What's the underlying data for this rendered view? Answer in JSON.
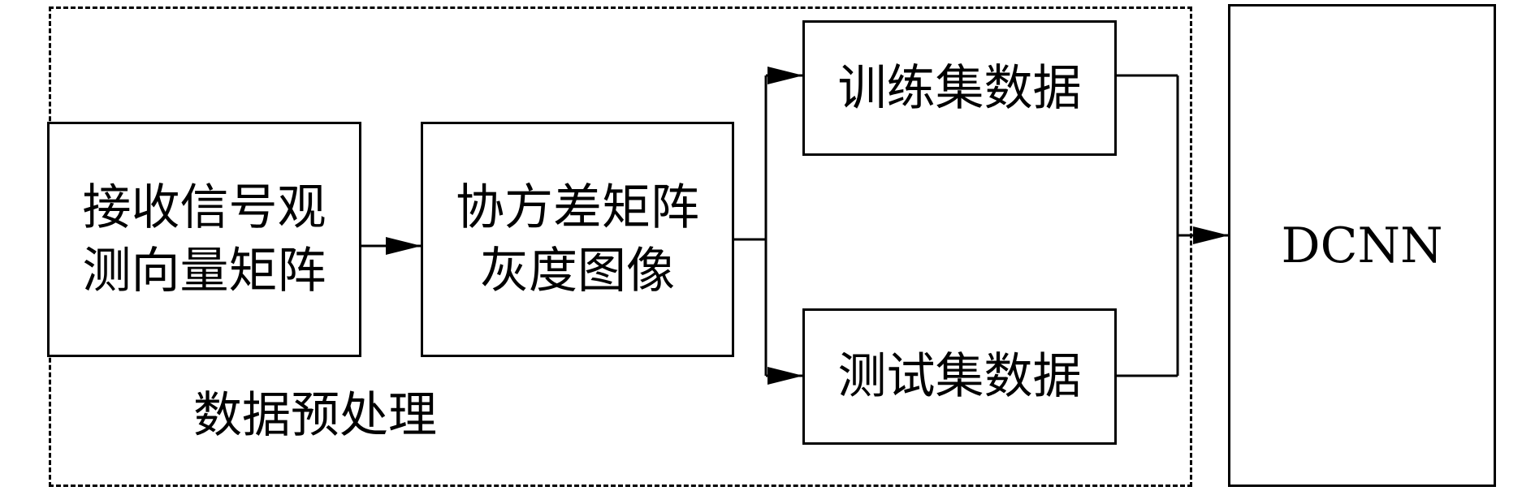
{
  "group": {
    "label": "数据预处理"
  },
  "nodes": {
    "observation": {
      "line1": "接收信号观",
      "line2": "测向量矩阵"
    },
    "gray_image": {
      "line1": "协方差矩阵",
      "line2": "灰度图像"
    },
    "train": {
      "label": "训练集数据"
    },
    "test": {
      "label": "测试集数据"
    },
    "model": {
      "label": "DCNN"
    }
  },
  "colors": {
    "stroke": "#000000",
    "background": "#ffffff"
  }
}
